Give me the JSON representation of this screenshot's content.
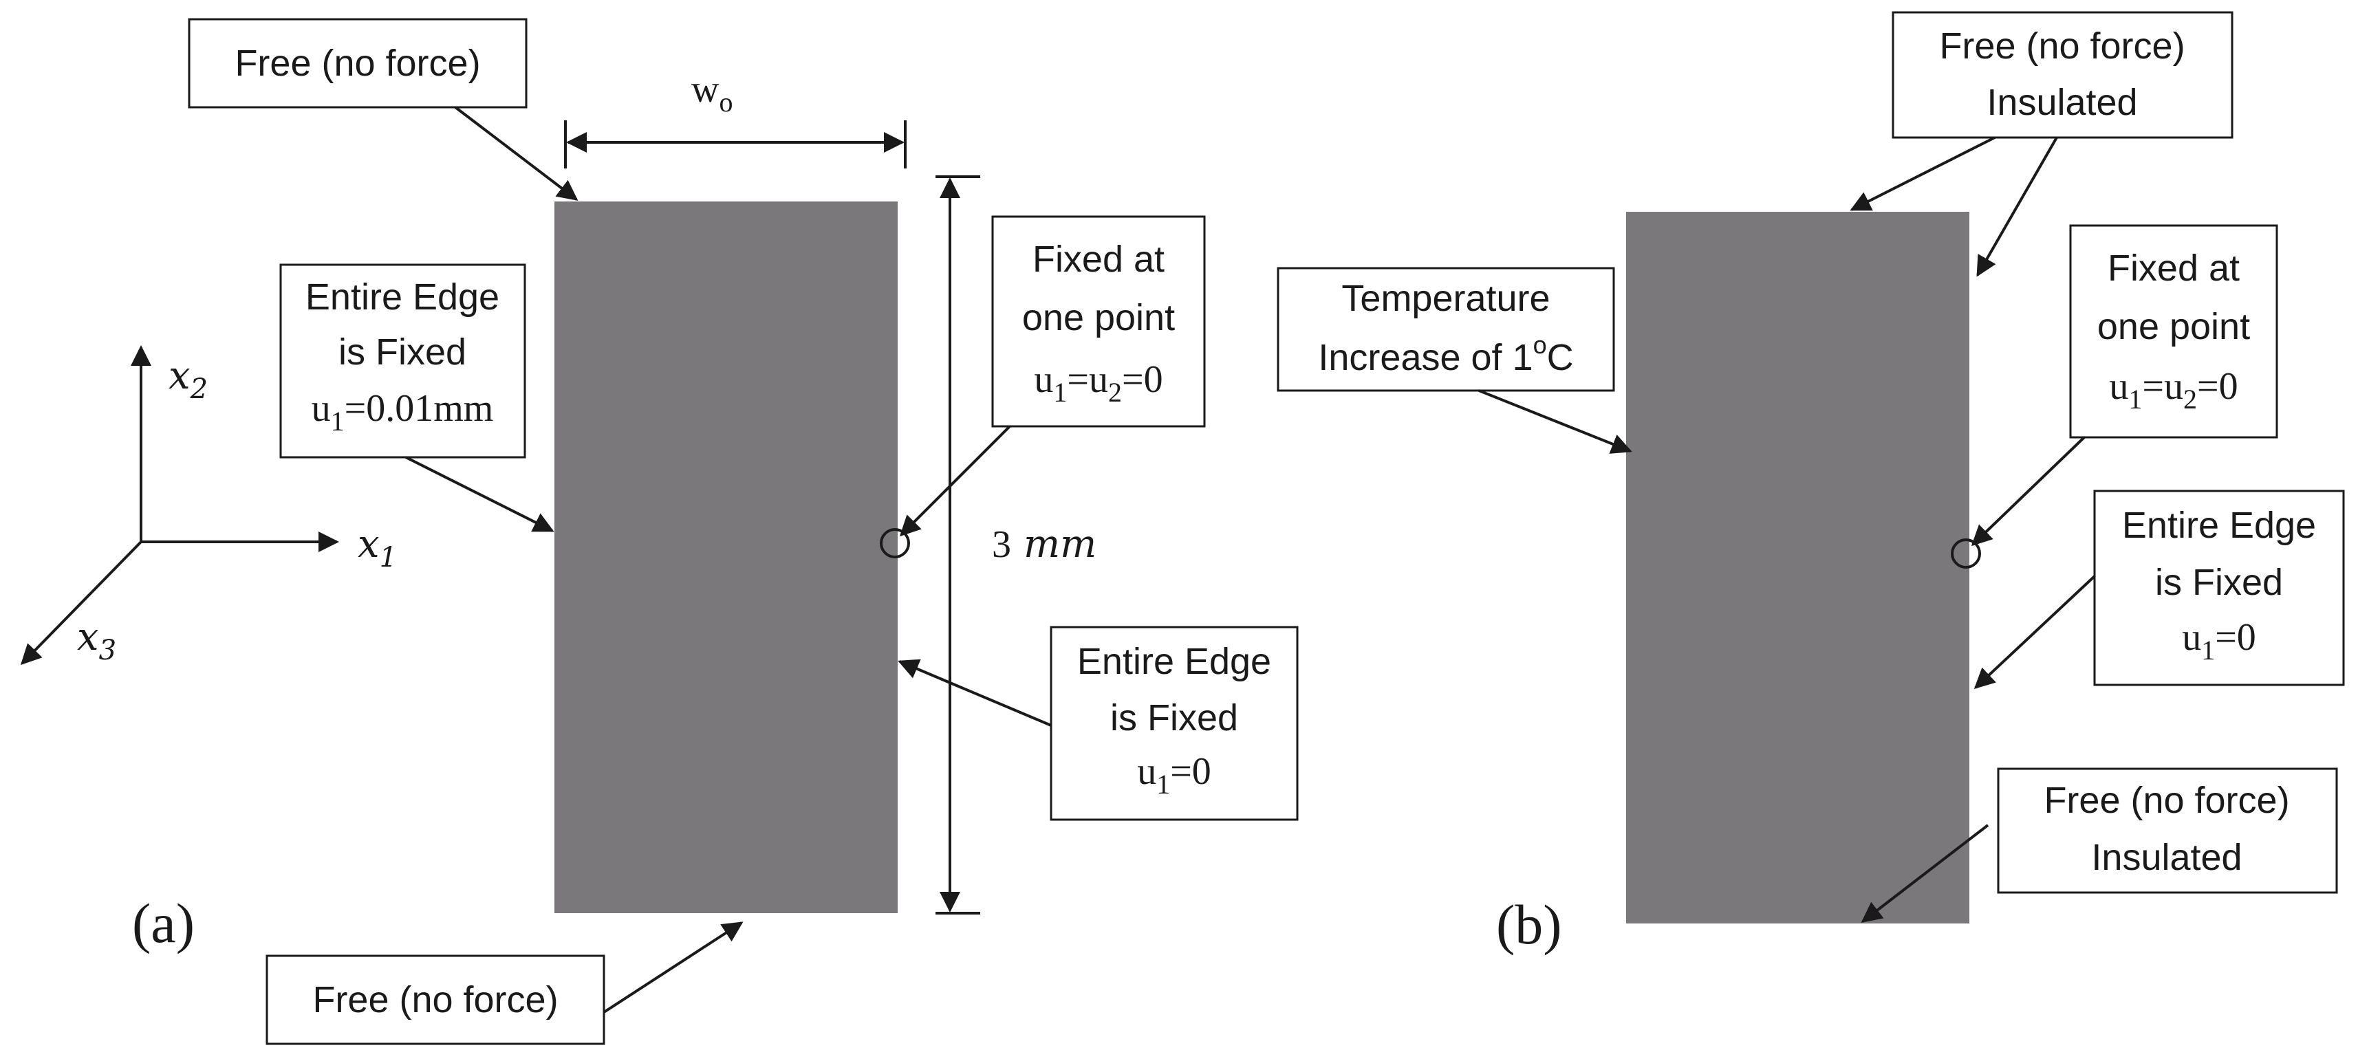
{
  "colors": {
    "plate": "#7a787a",
    "ink": "#1a1a1a",
    "background": "#ffffff"
  },
  "axes": {
    "x1": "x",
    "x1_sub": "1",
    "x2": "x",
    "x2_sub": "2",
    "x3": "x",
    "x3_sub": "3"
  },
  "panel_a": {
    "label": "(a)",
    "width_label": "w",
    "width_label_sub": "o",
    "height_label_num": "3",
    "height_label_unit": "mm",
    "top_free": "Free (no force)",
    "bottom_free": "Free (no force)",
    "left_edge": {
      "line1": "Entire Edge",
      "line2": "is Fixed",
      "eq_u": "u",
      "eq_sub": "1",
      "eq_rest": "=0.01mm"
    },
    "fixed_point": {
      "line1": "Fixed at",
      "line2": "one point",
      "u1": "u",
      "sub1": "1",
      "mid": "=u",
      "sub2": "2",
      "end": "=0"
    },
    "right_edge": {
      "line1": "Entire Edge",
      "line2": "is Fixed",
      "eq_u": "u",
      "eq_sub": "1",
      "eq_rest": "=0"
    }
  },
  "panel_b": {
    "label": "(b)",
    "top": {
      "line1": "Free (no force)",
      "line2": "Insulated"
    },
    "temperature": {
      "line1": "Temperature",
      "line2_pre": "Increase of 1",
      "line2_sup": "o",
      "line2_post": "C"
    },
    "fixed_point": {
      "line1": "Fixed at",
      "line2": "one point",
      "u1": "u",
      "sub1": "1",
      "mid": "=u",
      "sub2": "2",
      "end": "=0"
    },
    "right_edge": {
      "line1": "Entire Edge",
      "line2": "is Fixed",
      "eq_u": "u",
      "eq_sub": "1",
      "eq_rest": "=0"
    },
    "bottom": {
      "line1": "Free (no force)",
      "line2": "Insulated"
    }
  }
}
